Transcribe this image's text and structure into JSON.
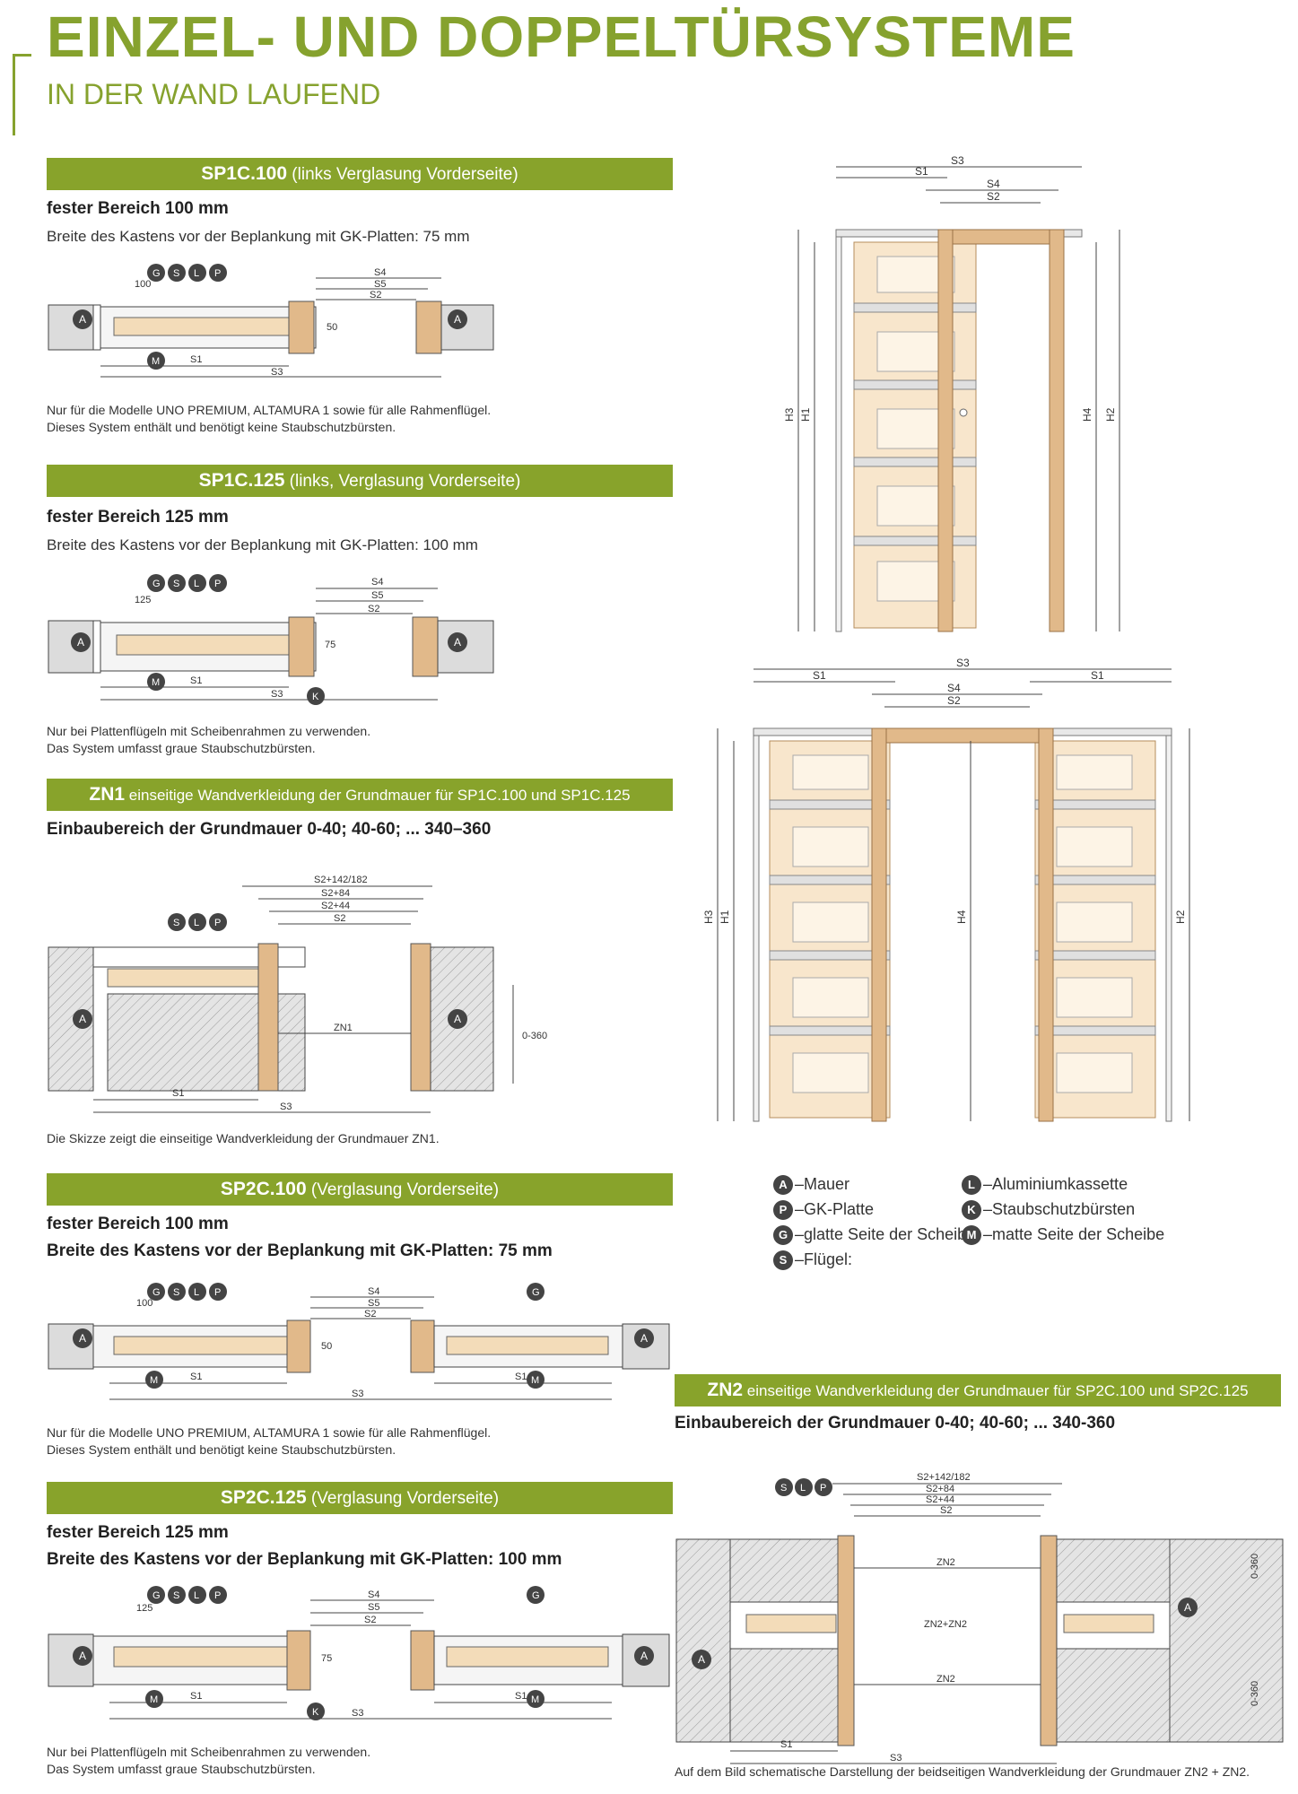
{
  "header": {
    "title": "EINZEL- UND DOPPELTÜRSYSTEME",
    "subtitle": "IN DER WAND LAUFEND"
  },
  "sections": [
    {
      "code": "SP1C.100",
      "desc": " (links Verglasung Vorderseite)",
      "sub": "fester Bereich 100 mm",
      "note": "Breite des Kastens vor der Beplankung mit GK-Platten: 75 mm",
      "small": [
        "Nur für die Modelle UNO PREMIUM, ALTAMURA 1 sowie für alle Rahmenflügel.",
        "Dieses System enthält und benötigt keine Staubschutzbürsten."
      ]
    },
    {
      "code": "SP1C.125",
      "desc": " (links, Verglasung Vorderseite)",
      "sub": "fester Bereich 125 mm",
      "note": "Breite des Kastens vor der Beplankung mit GK-Platten: 100 mm",
      "small": [
        "Nur bei Plattenflügeln mit Scheibenrahmen zu verwenden.",
        "Das System umfasst graue Staubschutzbürsten."
      ]
    },
    {
      "code": "ZN1",
      "desc": " einseitige Wandverkleidung der Grundmauer für SP1C.100 und SP1C.125",
      "sub": "Einbaubereich der Grundmauer 0-40; 40-60; ... 340–360",
      "small": [
        "Die Skizze zeigt die einseitige Wandverkleidung der Grundmauer ZN1."
      ]
    },
    {
      "code": "SP2C.100",
      "desc": " (Verglasung Vorderseite)",
      "sub": "fester Bereich 100 mm",
      "sub2": "Breite des Kastens vor der Beplankung mit GK-Platten: 75 mm",
      "small": [
        "Nur für die Modelle UNO PREMIUM, ALTAMURA 1 sowie für alle Rahmenflügel.",
        "Dieses System enthält und benötigt keine Staubschutzbürsten."
      ]
    },
    {
      "code": "SP2C.125",
      "desc": " (Verglasung Vorderseite)",
      "sub": "fester Bereich 125 mm",
      "sub2": "Breite des Kastens vor der Beplankung mit GK-Platten: 100 mm",
      "small": [
        "Nur bei Plattenflügeln mit Scheibenrahmen zu verwenden.",
        "Das System umfasst graue Staubschutzbürsten."
      ]
    },
    {
      "code": "ZN2",
      "desc": " einseitige Wandverkleidung der Grundmauer für SP2C.100 und SP2C.125",
      "sub": "Einbaubereich der Grundmauer 0-40; 40-60; ... 340-360",
      "small": [
        "Auf dem Bild schematische Darstellung der beidseitigen Wandverkleidung der Grundmauer ZN2 + ZN2."
      ]
    }
  ],
  "legend": [
    {
      "key": "A",
      "text": "Mauer"
    },
    {
      "key": "P",
      "text": "GK-Platte"
    },
    {
      "key": "G",
      "text": "glatte Seite der Scheibe"
    },
    {
      "key": "S",
      "text": "Flügel:"
    },
    {
      "key": "L",
      "text": "Aluminiumkassette"
    },
    {
      "key": "K",
      "text": "Staubschutzbürsten"
    },
    {
      "key": "M",
      "text": "matte Seite der Scheibe"
    }
  ],
  "dims": {
    "s1": "S1",
    "s2": "S2",
    "s3": "S3",
    "s4": "S4",
    "s5": "S5",
    "h1": "H1",
    "h2": "H2",
    "h3": "H3",
    "h4": "H4",
    "d100": "100",
    "d125": "125",
    "d50": "50",
    "d75": "75",
    "zn1": "ZN1",
    "zn2": "ZN2",
    "zn2zn2": "ZN2+ZN2",
    "range": "0-360",
    "s2a": "S2+142/182",
    "s2b": "S2+84",
    "s2c": "S2+44"
  },
  "markers": {
    "a": "A",
    "g": "G",
    "s": "S",
    "l": "L",
    "p": "P",
    "m": "M",
    "k": "K"
  },
  "colors": {
    "accent": "#88a32b",
    "wood": "#f3dcb9",
    "frame": "#e1b98a",
    "wall": "#dcdcdc",
    "line": "#444444"
  }
}
